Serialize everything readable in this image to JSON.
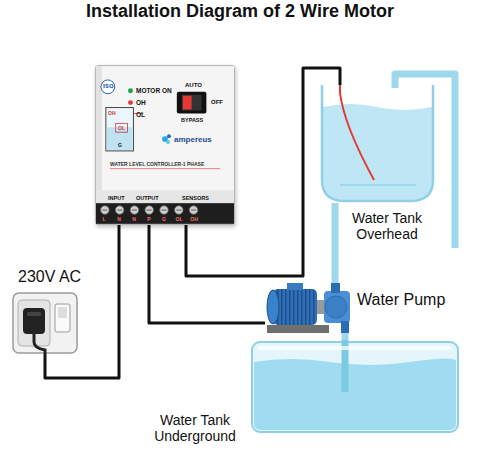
{
  "diagram": {
    "title": "Installation Diagram of 2 Wire Motor",
    "nodes": [
      {
        "text": [
          "ISO",
          "MOTOR ON",
          "AUTO",
          "OH",
          "OL",
          "OFF",
          "BYPASS",
          "ampereus",
          "WATER LEVEL CONTROLLER-1 PHASE",
          "INPUT",
          "OUTPUT",
          "SENSORS",
          "OH",
          "OL",
          "G"
        ]
      },
      {
        "text": [
          "Water Tank Overhead"
        ]
      },
      {
        "text": [
          "230V AC"
        ]
      },
      {
        "text": [
          "Water Pump"
        ]
      },
      {
        "text": [
          "Water Tank Underground"
        ]
      }
    ],
    "edges": [
      {
        "from": 0,
        "to": 2,
        "arrow": "none"
      },
      {
        "from": 0,
        "to": 3,
        "arrow": "none"
      },
      {
        "from": 0,
        "to": 1,
        "arrow": "none"
      },
      {
        "from": 3,
        "to": 1,
        "arrow": "none"
      },
      {
        "from": 4,
        "to": 3,
        "arrow": "none"
      }
    ],
    "labels": [
      "L",
      "N",
      "N",
      "P",
      "G",
      "OL",
      "OH"
    ]
  }
}
